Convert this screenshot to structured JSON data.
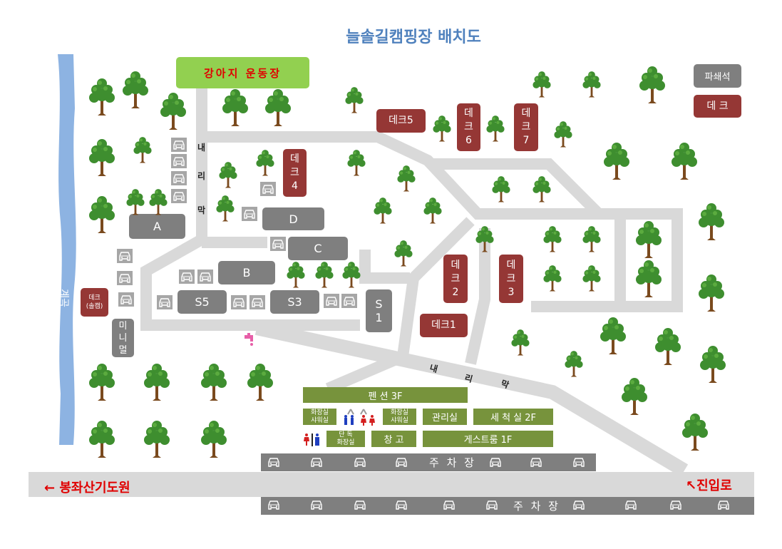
{
  "title": "늘솔길캠핑장 배치도",
  "river_label": "계곡",
  "dog_park": "강아지 운동장",
  "legend": {
    "gravel": "파쇄석",
    "deck": "데 크"
  },
  "road_downhill": {
    "c1": "내",
    "c2": "리",
    "c3": "막"
  },
  "sites": {
    "A": "A",
    "B": "B",
    "C": "C",
    "D": "D",
    "S5": "S5",
    "S3": "S3",
    "S1_a": "S",
    "S1_b": "1",
    "minimal": [
      "미",
      "니",
      "멀"
    ]
  },
  "decks": {
    "deck1": "데크1",
    "deck5": "데크5",
    "deck2": [
      "데",
      "크",
      "2"
    ],
    "deck3": [
      "데",
      "크",
      "3"
    ],
    "deck4": [
      "데",
      "크",
      "4"
    ],
    "deck6": [
      "데",
      "크",
      "6"
    ],
    "deck7": [
      "데",
      "크",
      "7"
    ],
    "deck_solo": [
      "데크",
      "(솔캠)"
    ]
  },
  "buildings": {
    "pension": "펜   션  3F",
    "restroom_shower_1": [
      "화장실",
      "샤워실"
    ],
    "restroom_shower_2": [
      "화장실",
      "샤워실"
    ],
    "office": "관리실",
    "washroom": "세 척 실 2F",
    "single_restroom": [
      "단   독",
      "화장실"
    ],
    "storage": "창   고",
    "guestroom": "게스트룸 1F"
  },
  "parking": {
    "top": "주 차 장",
    "bottom": "주 차 장"
  },
  "directions": {
    "left": "← 봉좌산기도원",
    "entrance": "↖진입로"
  },
  "colors": {
    "title": "#4f81bd",
    "gray": "#7f7f7f",
    "deck": "#953735",
    "green": "#77933c",
    "lime": "#92d050",
    "river": "#8db3e2",
    "road": "#d9d9d9",
    "red_text": "#e00000"
  }
}
